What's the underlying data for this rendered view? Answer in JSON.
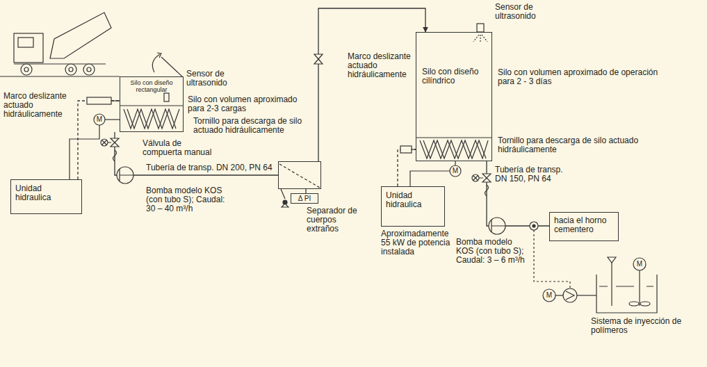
{
  "diagram": {
    "nodes": [
      {
        "text": [
          "Silo con diseño rectangular"
        ]
      },
      {
        "text": [
          "Unidad hidraulica"
        ]
      },
      {
        "text": [
          "Separador de cuerpos extraños"
        ]
      },
      {
        "text": [
          "Δ PI"
        ]
      },
      {
        "text": [
          "Silo con diseño cilíndrico"
        ]
      },
      {
        "text": [
          "Unidad hidraulica"
        ]
      },
      {
        "text": [
          "hacia el horno cementero"
        ]
      }
    ],
    "edges": [
      {
        "from": 0,
        "to": 2,
        "arrow": "none"
      },
      {
        "from": 2,
        "to": 3,
        "arrow": "none"
      },
      {
        "from": 2,
        "to": 4,
        "arrow": "to"
      },
      {
        "from": 1,
        "to": 0,
        "arrow": "none"
      },
      {
        "from": 4,
        "to": 6,
        "arrow": "none"
      },
      {
        "from": 5,
        "to": 4,
        "arrow": "none"
      }
    ],
    "labels": [
      "Sensor de ultrasonido",
      "Marco deslizante actuado hidráulicamente",
      "Silo con volumen aproximado para 2-3 cargas",
      "M",
      "Tornillo para descarga de silo actuado hidráulicamente",
      "Válvula de compuerta manual",
      "Tubería de transp. DN 200, PN 64",
      "Bomba modelo KOS (con tubo S); Caudal: 30 – 40 m³/h",
      "Marco deslizante actuado hidráulicamente",
      "Sensor de ultrasonido",
      "Silo con volumen aproximado de operación para 2 - 3 días",
      "Tornillo para descarga de silo actuado hidráulicamente",
      "M",
      "Tubería de transp. DN 150, PN 64",
      "Bomba modelo KOS (con tubo S); Caudal: 3 – 6 m³/h",
      "Aproximadamente 55 kW de potencia instalada",
      "M",
      "M",
      "Sistema de inyección de polímeros"
    ]
  }
}
